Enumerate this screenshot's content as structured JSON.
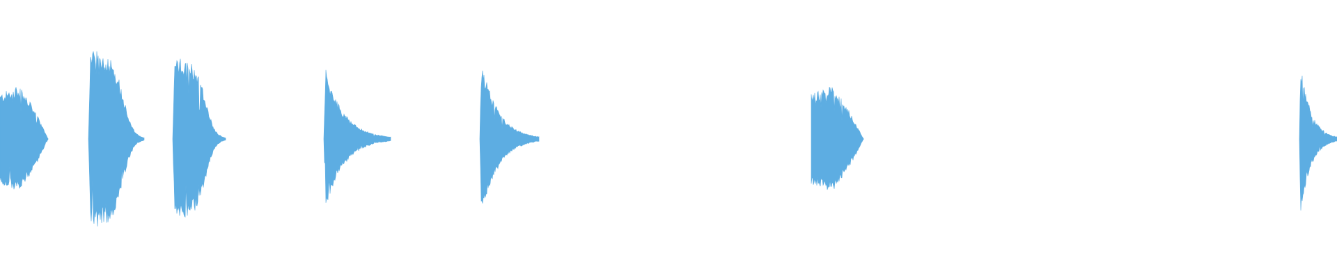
{
  "waveform": {
    "color": "#5dade2",
    "background": "#ffffff",
    "segments": [
      {
        "start": 0.0,
        "end": 0.036,
        "peak": 0.6,
        "shape": "bump"
      },
      {
        "start": 0.066,
        "end": 0.108,
        "peak": 1.0,
        "shape": "fade"
      },
      {
        "start": 0.129,
        "end": 0.169,
        "peak": 0.92,
        "shape": "fade"
      },
      {
        "start": 0.242,
        "end": 0.292,
        "peak": 0.88,
        "shape": "decay"
      },
      {
        "start": 0.359,
        "end": 0.403,
        "peak": 1.0,
        "shape": "decay"
      },
      {
        "start": 0.607,
        "end": 0.646,
        "peak": 0.6,
        "shape": "bump"
      },
      {
        "start": 0.972,
        "end": 1.0,
        "peak": 0.96,
        "shape": "decay"
      }
    ]
  }
}
